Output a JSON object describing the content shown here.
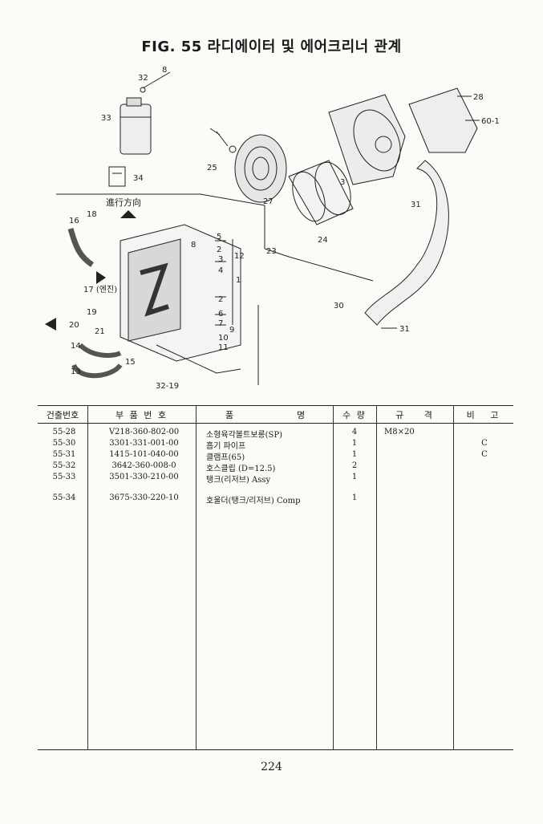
{
  "title": "FIG. 55 라디에이터 및 에어크리너 관계",
  "diagram": {
    "labels": {
      "l8a": "8",
      "l32a": "32",
      "l33": "33",
      "l34": "34",
      "l25": "25",
      "l27": "27",
      "l23": "23",
      "l24": "24",
      "l28": "28",
      "l60": "60-1",
      "l31a": "31",
      "l30": "30",
      "l31b": "31",
      "l16": "16",
      "l18": "18",
      "l17": "17 (엔진)",
      "l19": "19",
      "l20": "20",
      "l21": "21",
      "l14": "14",
      "l13": "13",
      "l15": "15",
      "l32b": "32-19",
      "l5": "5",
      "l8b": "8",
      "l2a": "2",
      "l3": "3",
      "l4": "4",
      "l1": "1",
      "l2b": "2",
      "l6": "6",
      "l7": "7",
      "l9": "9",
      "l10": "10",
      "l11": "11",
      "l12": "12",
      "l3b": "3"
    },
    "direction": "進行方向"
  },
  "table": {
    "headers": [
      "건출번호",
      "부 품 번 호",
      "품",
      "명",
      "수 량",
      "규 격",
      "비 고"
    ],
    "rows": [
      {
        "no": "55-28",
        "part": "V218-360-802-00",
        "name": "소형육각볼트보롱(SP)",
        "qty": "4",
        "spec": "M8×20",
        "note": ""
      },
      {
        "no": "55-30",
        "part": "3301-331-001-00",
        "name": "흡기 파이프",
        "qty": "1",
        "spec": "",
        "note": "C"
      },
      {
        "no": "55-31",
        "part": "1415-101-040-00",
        "name": "클램프(65)",
        "qty": "1",
        "spec": "",
        "note": "C"
      },
      {
        "no": "55-32",
        "part": "3642-360-008-0",
        "name": "호스클립 (D=12.5)",
        "qty": "2",
        "spec": "",
        "note": ""
      },
      {
        "no": "55-33",
        "part": "3501-330-210-00",
        "name": "탱크(리저브) Assy",
        "qty": "1",
        "spec": "",
        "note": ""
      },
      {
        "no": "55-34",
        "part": "3675-330-220-10",
        "name": "호울더(탱크/리저브) Comp",
        "qty": "1",
        "spec": "",
        "note": ""
      }
    ]
  },
  "page_number": "224"
}
